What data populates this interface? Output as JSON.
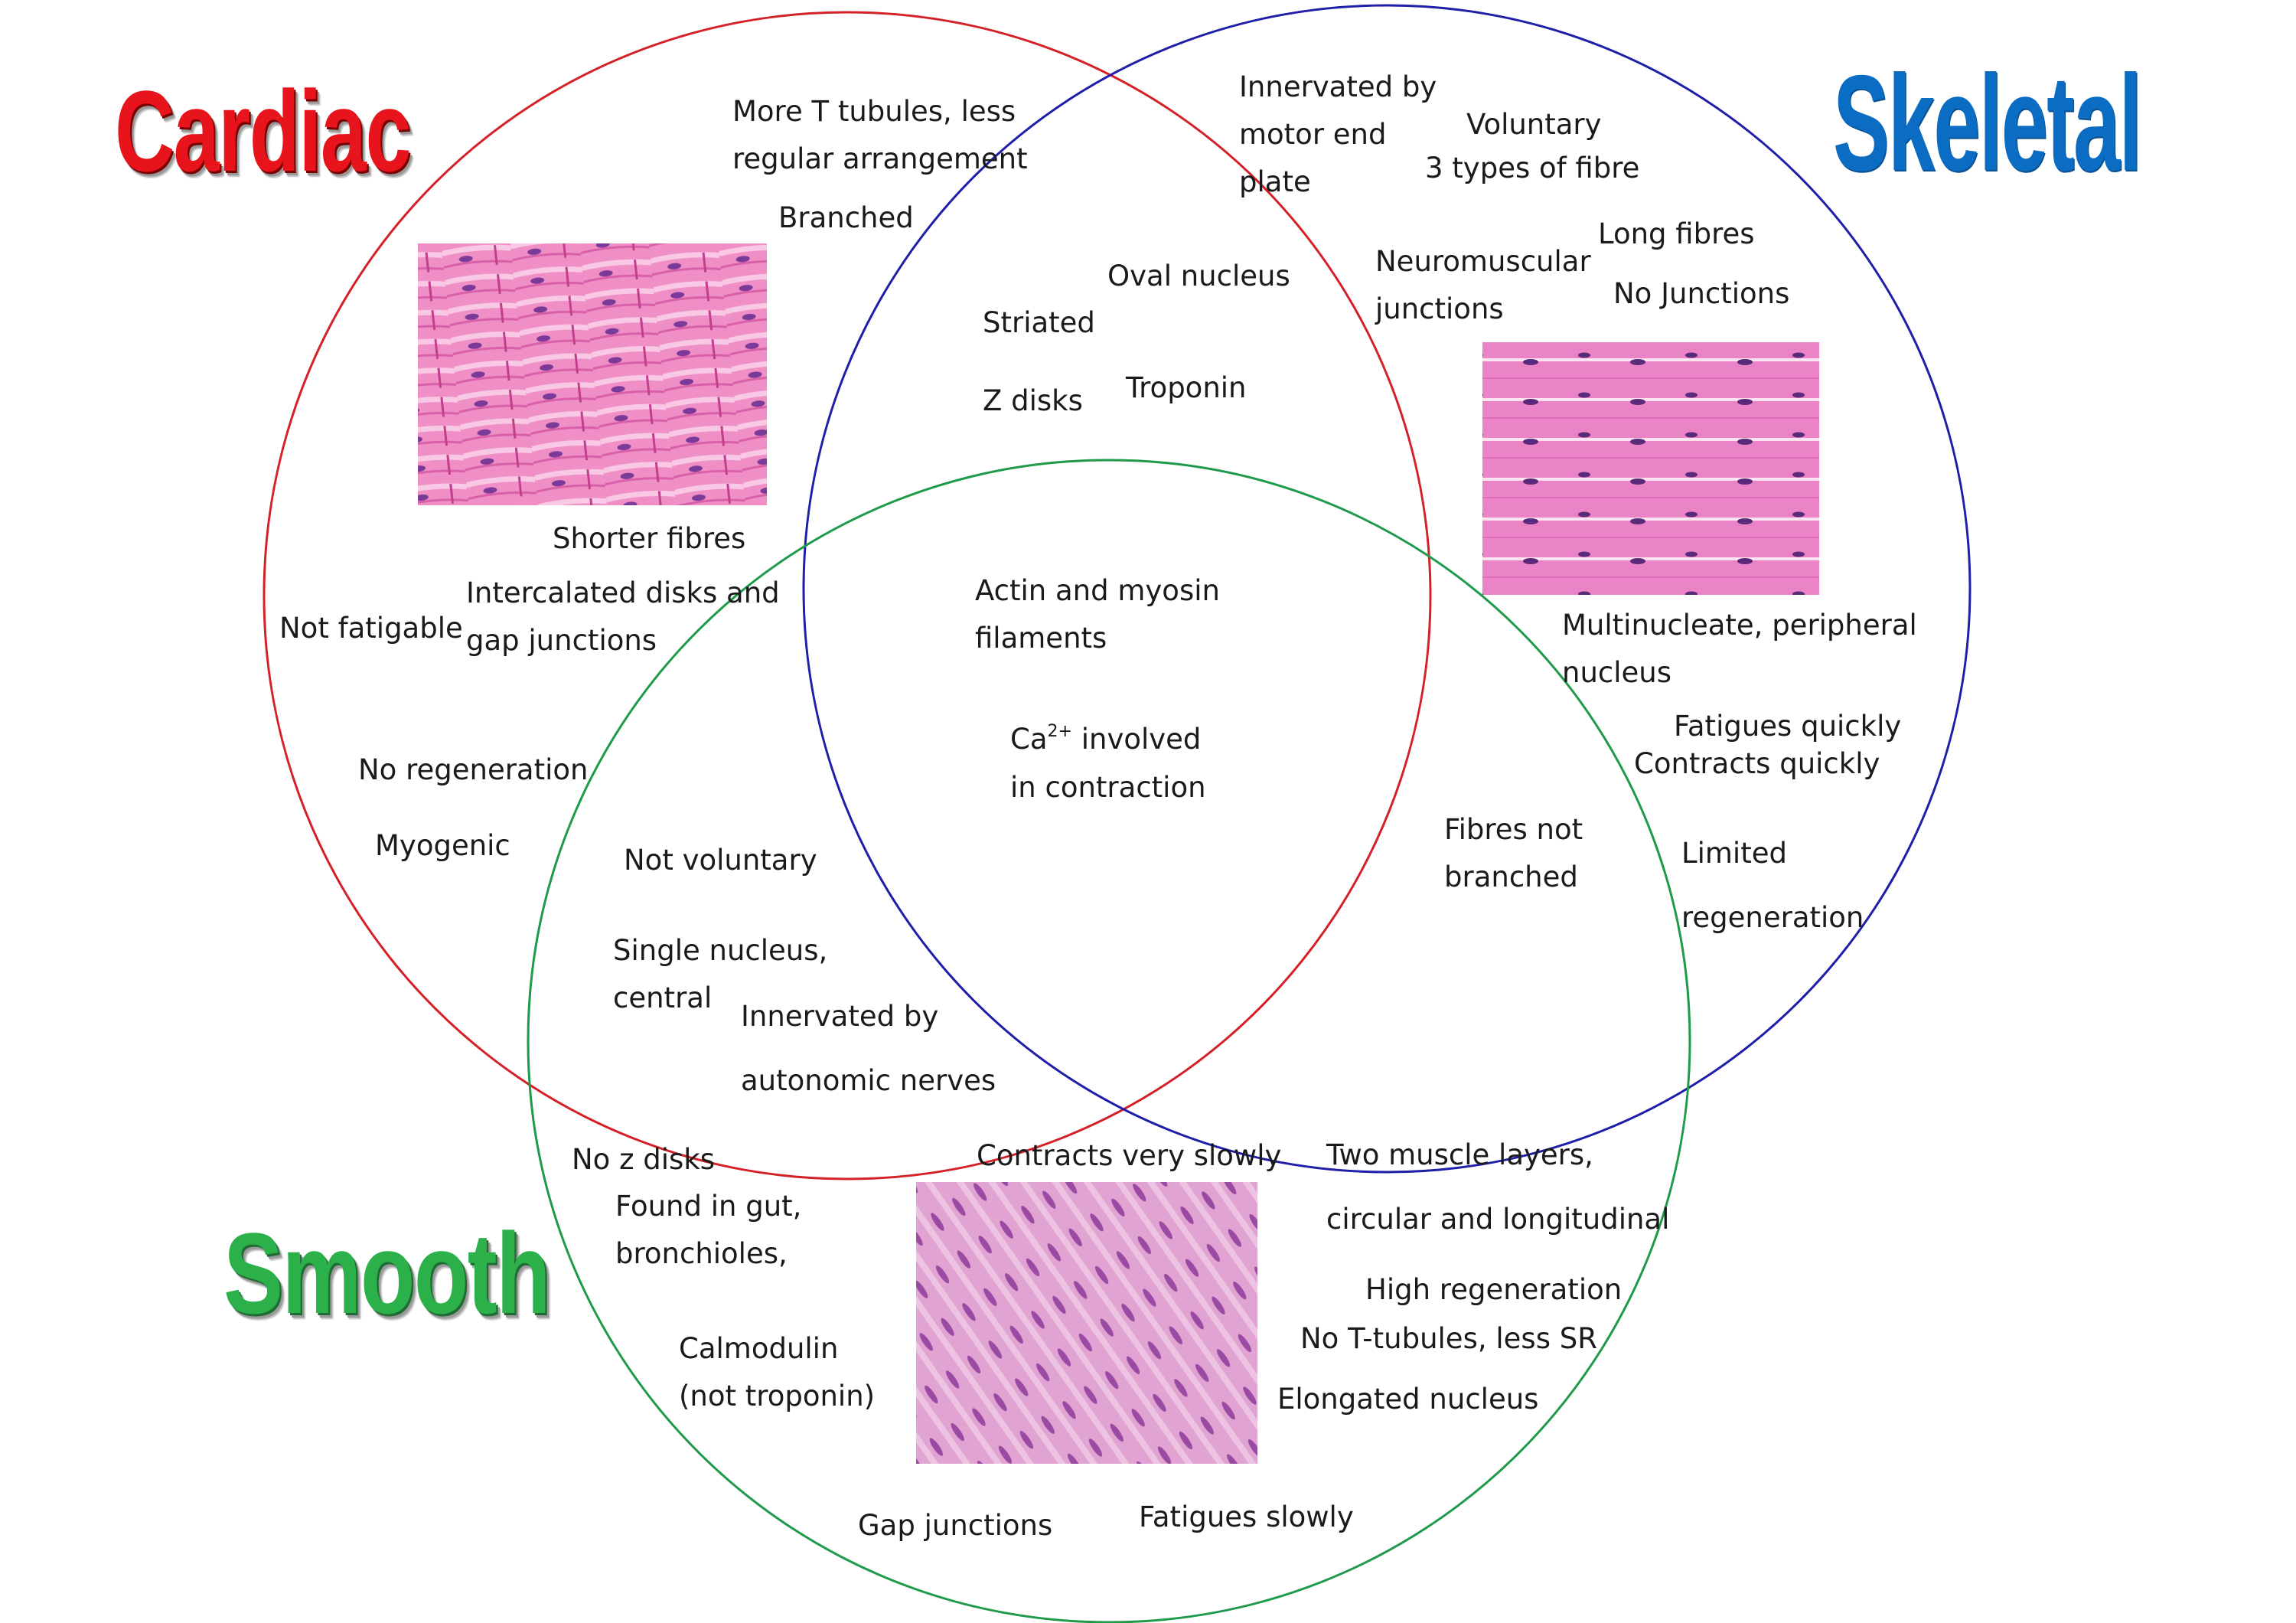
{
  "sets": {
    "cardiac": {
      "title": "Cardiac",
      "circle_color": "#d42027",
      "title_color": "#e8141b"
    },
    "skeletal": {
      "title": "Skeletal",
      "circle_color": "#1e1ea8",
      "title_color": "#0b6cc4"
    },
    "smooth": {
      "title": "Smooth",
      "circle_color": "#1f9a4a",
      "title_color": "#2bb04a"
    }
  },
  "cardiac_only": {
    "t_tubules": "More T tubules, less\nregular arrangement",
    "branched": "Branched",
    "shorter_fibres": "Shorter fibres",
    "intercalated": "Intercalated disks and\ngap junctions",
    "not_fatigable": "Not fatigable",
    "no_regeneration": "No regeneration",
    "myogenic": "Myogenic"
  },
  "skeletal_only": {
    "innervated_motor": "Innervated by\nmotor end\nplate",
    "voluntary": "Voluntary",
    "types_of_fibre": "3 types of fibre",
    "neuromuscular": "Neuromuscular\njunctions",
    "long_fibres": "Long fibres",
    "no_junctions": "No Junctions",
    "multinucleate": "Multinucleate, peripheral\nnucleus",
    "fatigues_quickly": "Fatigues quickly",
    "contracts_quickly": "Contracts quickly",
    "limited_regeneration": "Limited\nregeneration"
  },
  "cardiac_skeletal": {
    "oval_nucleus": "Oval nucleus",
    "striated": "Striated",
    "z_disks": "Z disks",
    "troponin": "Troponin"
  },
  "all_three": {
    "actin_myosin": "Actin and myosin\nfilaments",
    "ca_prefix": "Ca",
    "ca_sup": "2+",
    "ca_suffix": " involved",
    "ca_line2": "in contraction"
  },
  "cardiac_smooth": {
    "not_voluntary": "Not voluntary",
    "single_nucleus": "Single nucleus,\ncentral",
    "innervated_autonomic": "Innervated by\n\nautonomic nerves"
  },
  "skeletal_smooth": {
    "fibres_not_branched": "Fibres not\nbranched"
  },
  "smooth_only": {
    "no_z_disks": "No z disks",
    "found_in_gut": "Found in gut,\nbronchioles,",
    "calmodulin": "Calmodulin\n(not troponin)",
    "gap_junctions": "Gap junctions",
    "contracts_very_slowly": "Contracts very slowly",
    "two_layers": "Two muscle layers,\n\ncircular and longitudinal",
    "high_regeneration": "High regeneration",
    "no_t_tubules": "No T-tubules, less SR",
    "elongated_nucleus": "Elongated nucleus",
    "fatigues_slowly": "Fatigues slowly"
  }
}
